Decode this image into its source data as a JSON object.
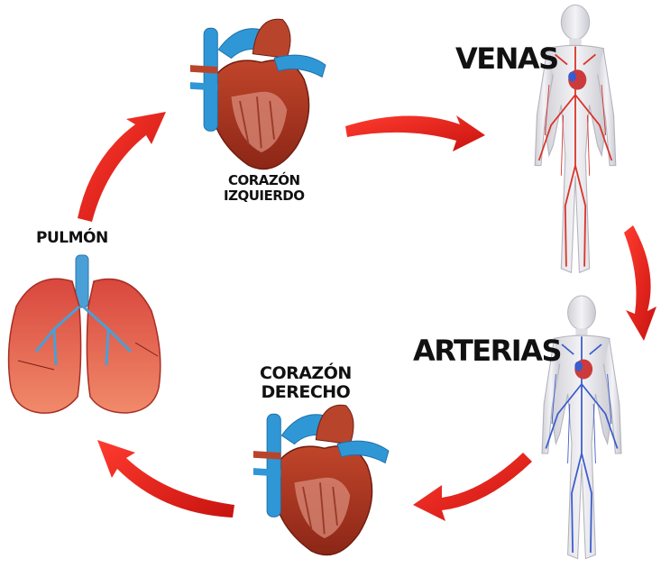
{
  "labels": {
    "venas": "VENAS",
    "arterias": "ARTERIAS",
    "pulmon": "PULMÓN",
    "corazon_izquierdo": [
      "CORAZÓN",
      "IZQUIERDO"
    ],
    "corazon_derecho": [
      "CORAZÓN",
      "DERECHO"
    ]
  },
  "colors": {
    "arrow": "#e8201e",
    "vein_red": "#d9342a",
    "artery_blue": "#3a5ccc",
    "lung": "#e2584c",
    "heart": "#a8321f",
    "vessel_blue": "#2f97d6",
    "body": "#e8e8ec"
  },
  "icons": [
    "heart-icon",
    "lungs-icon",
    "human-body-icon",
    "cycle-arrow-icon"
  ]
}
